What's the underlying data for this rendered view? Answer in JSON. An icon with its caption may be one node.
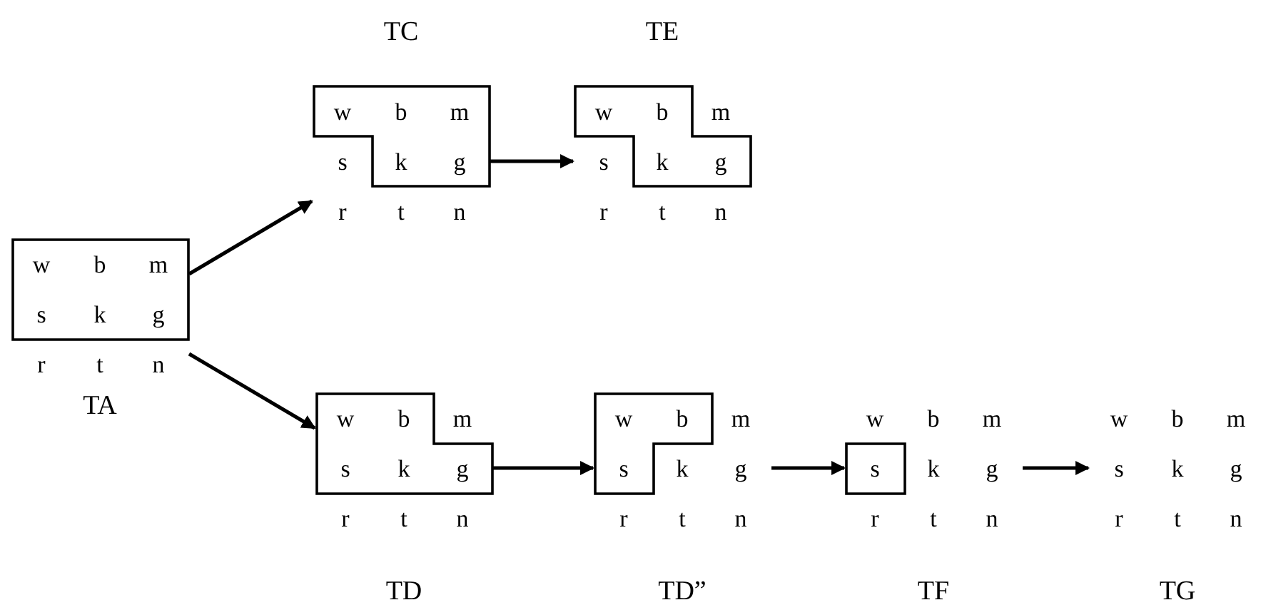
{
  "diagram": {
    "nodes": [
      {
        "text": [
          "TA",
          "w",
          "b",
          "m",
          "s",
          "k",
          "g",
          "r",
          "t",
          "n"
        ]
      },
      {
        "text": [
          "TC",
          "w",
          "b",
          "m",
          "s",
          "k",
          "g",
          "r",
          "t",
          "n"
        ]
      },
      {
        "text": [
          "TE",
          "w",
          "b",
          "m",
          "s",
          "k",
          "g",
          "r",
          "t",
          "n"
        ]
      },
      {
        "text": [
          "TD",
          "w",
          "b",
          "m",
          "s",
          "k",
          "g",
          "r",
          "t",
          "n"
        ]
      },
      {
        "text": [
          "TD”",
          "w",
          "b",
          "m",
          "s",
          "k",
          "g",
          "r",
          "t",
          "n"
        ]
      },
      {
        "text": [
          "TF",
          "w",
          "b",
          "m",
          "s",
          "k",
          "g",
          "r",
          "t",
          "n"
        ]
      },
      {
        "text": [
          "TG",
          "w",
          "b",
          "m",
          "s",
          "k",
          "g",
          "r",
          "t",
          "n"
        ]
      }
    ],
    "edges": [
      {
        "from": 0,
        "to": 1,
        "arrow": "to"
      },
      {
        "from": 0,
        "to": 3,
        "arrow": "to"
      },
      {
        "from": 1,
        "to": 2,
        "arrow": "to"
      },
      {
        "from": 3,
        "to": 4,
        "arrow": "to"
      },
      {
        "from": 4,
        "to": 5,
        "arrow": "to"
      },
      {
        "from": 5,
        "to": 6,
        "arrow": "to"
      }
    ]
  }
}
